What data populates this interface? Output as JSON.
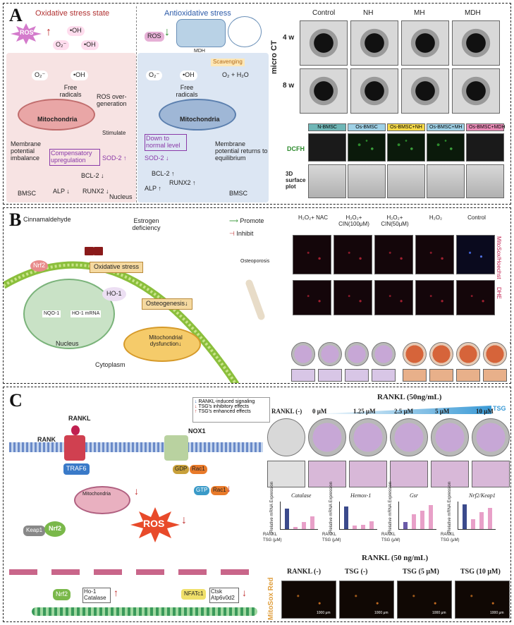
{
  "panel_a": {
    "letter": "A",
    "oxidative_title": "Oxidative stress state",
    "antioxidative_title": "Antioxidative stress",
    "ros": "ROS",
    "oh": "•OH",
    "o2": "O₂⁻",
    "mdh": "MDH",
    "free_radicals": "Free radicals",
    "ros_overgeneration": "ROS over-generation",
    "mitochondria": "Mitochondria",
    "stimulate": "Stimulate",
    "membrane_imbalance": "Membrane potential imbalance",
    "compensatory": "Compensatory upregulation",
    "sod2_up": "SOD-2 ↑",
    "bcl2_down": "BCL-2 ↓",
    "alp_down": "ALP ↓",
    "runx2_down": "RUNX2 ↓",
    "nucleus": "Nucleus",
    "bmsc": "BMSC",
    "scavenging": "Scavenging",
    "o2_h2o": "O₂ + H₂O",
    "down_normal": "Down to normal level",
    "sod2_down": "SOD-2 ↓",
    "bcl2_up": "BCL-2 ↑",
    "alp_up": "ALP ↑",
    "runx2_up": "RUNX2 ↑",
    "membrane_returns": "Membrane potential returns to equilibrium",
    "ct_cols": [
      "Control",
      "NH",
      "MH",
      "MDH"
    ],
    "ct_rows": [
      "4 w",
      "8 w"
    ],
    "micro_ct": "micro CT",
    "dcfh_cols": [
      "N-BMSC",
      "Os-BMSC",
      "Os-BMSC+NH",
      "Os-BMSC+MH",
      "Os-BMSC+MDH"
    ],
    "dcfh": "DCFH",
    "surface_plot": "3D surface plot"
  },
  "panel_b": {
    "letter": "B",
    "cinnamaldehyde": "Cinnamaldehyde",
    "estrogen": "Estrogen deficiency",
    "promote": "Promote",
    "inhibit": "Inhibit",
    "nrf2": "Nrf2",
    "oxidative_stress": "Oxidative stress",
    "ho1": "HO-1",
    "osteogenesis": "Osteogenesis↓",
    "mito_dys": "Mitochondrial dysfunction↓",
    "nucleus": "Nucleus",
    "cytoplasm": "Cytoplasm",
    "osteoporosis": "Osteoporosis",
    "nqo1": "NQO-1",
    "ho1_mrna": "HO-1 mRNA",
    "fl_cols": [
      "H₂O₂+ NAC",
      "H₂O₂+ CIN(100μM)",
      "H₂O₂+ CIN(50μM)",
      "H₂O₂",
      "Control"
    ],
    "mitosox_hoechst": "MitoSox/Hoechst",
    "dhe": "DHE"
  },
  "panel_c": {
    "letter": "C",
    "legend": [
      "RANKL-induced signaling",
      "TSG's inhibitory effects",
      "TSG's enhanced effects"
    ],
    "rankl": "RANKL",
    "rank": "RANK",
    "traf6": "TRAF6",
    "nox1": "NOX1",
    "gdp": "GDP",
    "gtp": "GTP",
    "rac1": "Rac1",
    "mitochondria": "Mitochondria",
    "ros": "ROS",
    "keap1": "Keap1",
    "nrf2": "Nrf2",
    "ho1_catalase": "Ho-1 Catalase",
    "nfatc1": "NFATc1",
    "ctsk": "Ctsk Atp6v0d2",
    "rankl_conc": "RANKL (50ng/mL)",
    "tsg": "TSG",
    "well_labels": [
      "RANKL (-)",
      "0 μM",
      "1.25 μM",
      "2.5 μM",
      "5 μM",
      "10 μM"
    ],
    "charts": [
      {
        "title": "Catalase",
        "values": [
          0.9,
          0.1,
          0.3,
          0.55
        ],
        "color": "#3b4a8c"
      },
      {
        "title": "Hemox-1",
        "values": [
          1.0,
          0.15,
          0.2,
          0.35
        ],
        "color": "#3b4a8c"
      },
      {
        "title": "Gsr",
        "values": [
          0.3,
          0.65,
          0.8,
          1.05
        ],
        "color": "#6a5aa8"
      },
      {
        "title": "Nrf2/Keap1",
        "values": [
          1.1,
          0.45,
          0.75,
          0.95
        ],
        "color": "#3b4a8c"
      }
    ],
    "axis_rows": [
      "RANKL",
      "TSG (μM)"
    ],
    "ylabel": "Relative mRNA Expression",
    "rankl50": "RANKL (50 ng/mL)",
    "mitosox_cols": [
      "RANKL (-)",
      "TSG (-)",
      "TSG (5 μM)",
      "TSG (10 μM)"
    ],
    "mitosox_red": "MitoSox Red",
    "scale": "1000 μm"
  }
}
